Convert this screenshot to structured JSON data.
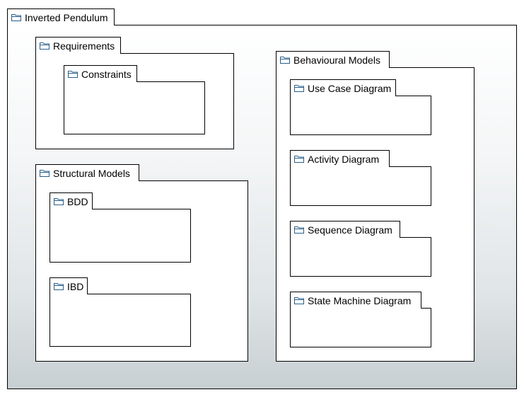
{
  "root": {
    "label": "Inverted Pendulum",
    "icon": "folder-icon"
  },
  "packages": {
    "requirements": {
      "label": "Requirements",
      "icon": "folder-icon",
      "children": {
        "constraints": {
          "label": "Constraints",
          "icon": "folder-icon"
        }
      }
    },
    "structural": {
      "label": "Structural Models",
      "icon": "folder-icon",
      "children": {
        "bdd": {
          "label": "BDD",
          "icon": "folder-icon"
        },
        "ibd": {
          "label": "IBD",
          "icon": "folder-icon"
        }
      }
    },
    "behavioural": {
      "label": "Behavioural Models",
      "icon": "folder-icon",
      "children": {
        "use_case": {
          "label": "Use Case Diagram",
          "icon": "folder-icon"
        },
        "activity": {
          "label": "Activity Diagram",
          "icon": "folder-icon"
        },
        "sequence": {
          "label": "Sequence Diagram",
          "icon": "folder-icon"
        },
        "state_machine": {
          "label": "State Machine Diagram",
          "icon": "folder-icon"
        }
      }
    }
  },
  "colors": {
    "icon_fill": "#ffffff",
    "icon_stroke": "#2a5f8a",
    "root_gradient_end": "#c8cfd2"
  }
}
